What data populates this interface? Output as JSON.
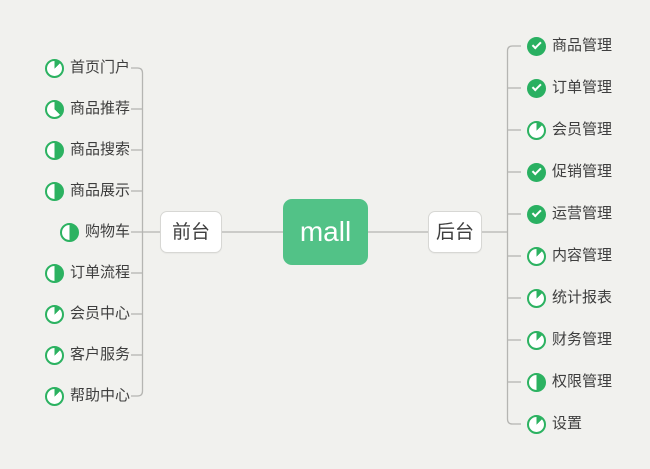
{
  "canvas": {
    "background_color": "#f1f1ee",
    "connector_color": "#b5b5b2"
  },
  "colors": {
    "root_green": "#52c287",
    "icon_green": "#2cb261",
    "done_green": "#29b061",
    "node_border": "#d7d7d4",
    "text_dark": "#3e3e3e"
  },
  "root": {
    "label": "mall"
  },
  "branches": {
    "left": {
      "label": "前台",
      "items": [
        {
          "label": "首页门户",
          "icon": "progress-1-8-icon"
        },
        {
          "label": "商品推荐",
          "icon": "progress-3-8-icon"
        },
        {
          "label": "商品搜索",
          "icon": "progress-4-8-icon"
        },
        {
          "label": "商品展示",
          "icon": "progress-4-8-icon"
        },
        {
          "label": "购物车",
          "icon": "progress-4-8-icon"
        },
        {
          "label": "订单流程",
          "icon": "progress-4-8-icon"
        },
        {
          "label": "会员中心",
          "icon": "progress-1-8-icon"
        },
        {
          "label": "客户服务",
          "icon": "progress-1-8-icon"
        },
        {
          "label": "帮助中心",
          "icon": "progress-1-8-icon"
        }
      ]
    },
    "right": {
      "label": "后台",
      "items": [
        {
          "label": "商品管理",
          "icon": "done-check-icon"
        },
        {
          "label": "订单管理",
          "icon": "done-check-icon"
        },
        {
          "label": "会员管理",
          "icon": "progress-1-8-icon"
        },
        {
          "label": "促销管理",
          "icon": "done-check-icon"
        },
        {
          "label": "运营管理",
          "icon": "done-check-icon"
        },
        {
          "label": "内容管理",
          "icon": "progress-1-8-icon"
        },
        {
          "label": "统计报表",
          "icon": "progress-1-8-icon"
        },
        {
          "label": "财务管理",
          "icon": "progress-1-8-icon"
        },
        {
          "label": "权限管理",
          "icon": "progress-4-8-icon"
        },
        {
          "label": "设置",
          "icon": "progress-1-8-icon"
        }
      ]
    }
  }
}
